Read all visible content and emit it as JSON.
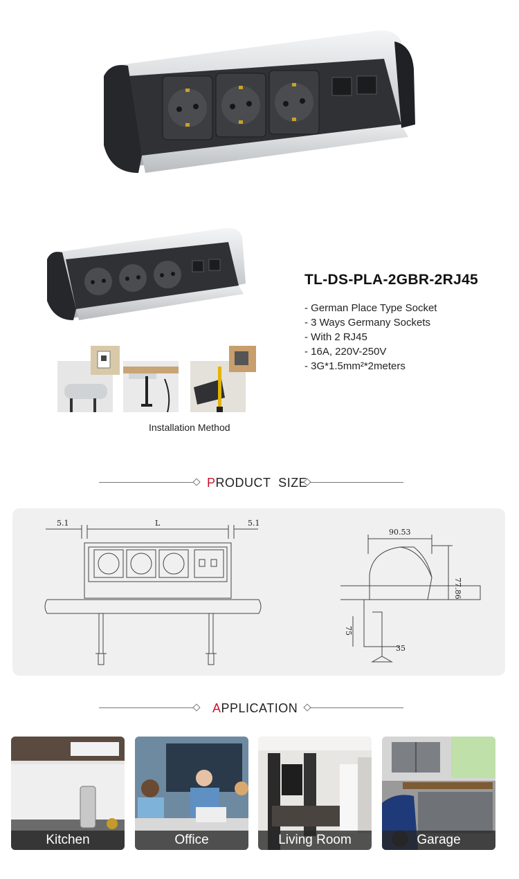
{
  "product": {
    "model": "TL-DS-PLA-2GBR-2RJ45",
    "specs": [
      "- German Place Type Socket",
      "- 3 Ways Germany Sockets",
      "- With 2 RJ45",
      "- 16A, 220V-250V",
      "- 3G*1.5mm²*2meters"
    ],
    "installation_caption": "Installation Method"
  },
  "sections": {
    "product_size": {
      "first": "P",
      "rest": "RODUCT  SIZE"
    },
    "application": {
      "first": "A",
      "rest": "PPLICATION"
    }
  },
  "dimensions": {
    "left_margin": "5.1",
    "length": "L",
    "right_margin": "5.1",
    "depth": "90.53",
    "height": "77.86",
    "clamp_height": "75",
    "clamp_width": "35"
  },
  "applications": [
    {
      "label": "Kitchen"
    },
    {
      "label": "Office"
    },
    {
      "label": "Living Room"
    },
    {
      "label": "Garage"
    }
  ],
  "colors": {
    "accent": "#c8102e",
    "panel": "#f0f0f0",
    "aluminum": "#d9dcdf",
    "body": "#2f3134"
  }
}
